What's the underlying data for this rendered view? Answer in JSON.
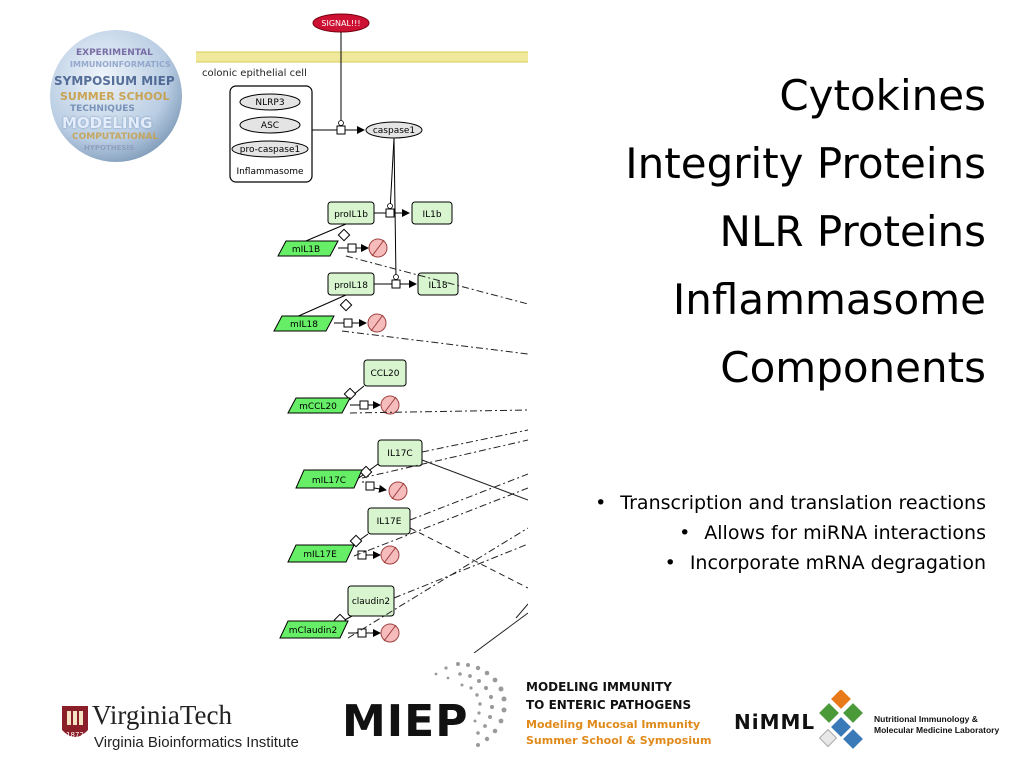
{
  "diagram": {
    "signal_label": "SIGNAL!!!",
    "compartment_label": "colonic epithelial cell",
    "complex": {
      "members": [
        "NLRP3",
        "ASC",
        "pro-caspase1"
      ],
      "label": "Inflammasome"
    },
    "caspase_label": "caspase1",
    "rows": [
      {
        "protein": "proIL1b",
        "product": "IL1b",
        "mrna": "mIL1B"
      },
      {
        "protein": "proIL18",
        "product": "IL18",
        "mrna": "mIL18"
      },
      {
        "protein": "CCL20",
        "mrna": "mCCL20"
      },
      {
        "protein": "IL17C",
        "mrna": "mIL17C"
      },
      {
        "protein": "IL17E",
        "mrna": "mIL17E"
      },
      {
        "protein": "claudin2",
        "mrna": "mClaudin2"
      }
    ],
    "colors": {
      "protein_fill": "#d8f5d0",
      "mrna_fill": "#66ee66",
      "species_fill": "#e4e4e4",
      "signal_fill": "#cc1133",
      "degradation_fill": "#f6bcbc",
      "compartment_band": "#f0e89a"
    }
  },
  "title": {
    "lines": [
      "Cytokines",
      "Integrity Proteins",
      "NLR Proteins",
      "Inflammasome",
      "Components"
    ]
  },
  "bullets": [
    {
      "text": "Transcription and translation reactions"
    },
    {
      "text": "Allows for miRNA interactions"
    },
    {
      "text": "Incorporate mRNA degragation"
    }
  ],
  "logos": {
    "globe_words": [
      "SYMPOSIUM MIEP",
      "EXPERIMENTAL",
      "IMMUNOINFORMATICS",
      "SUMMER SCHOOL",
      "TECHNIQUES",
      "MODELING",
      "COMPUTATIONAL",
      "HYPOTHESIS"
    ],
    "vt": {
      "name": "VirginiaTech",
      "sub": "Virginia Bioinformatics Institute",
      "year": "1872"
    },
    "miep": {
      "word": "MIEP",
      "line1": "MODELING IMMUNITY",
      "line2": "TO ENTERIC PATHOGENS",
      "line3": "Modeling Mucosal Immunity",
      "line4": "Summer School & Symposium"
    },
    "nimml": {
      "word": "NiMML",
      "sub1": "Nutritional Immunology &",
      "sub2": "Molecular Medicine Laboratory"
    }
  }
}
